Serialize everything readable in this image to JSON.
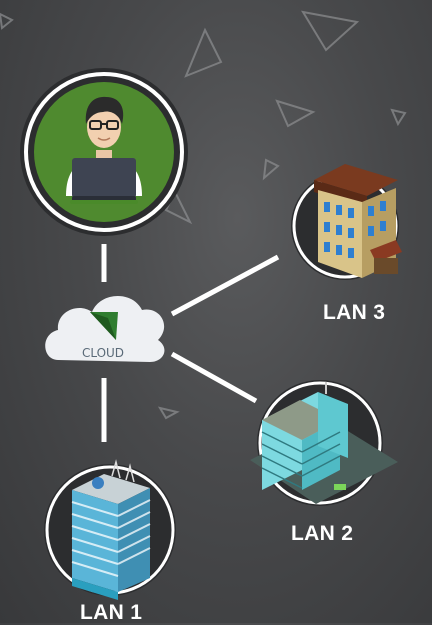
{
  "nodes": {
    "cloud": {
      "label": "CLOUD"
    },
    "lan1": {
      "label": "LAN 1"
    },
    "lan2": {
      "label": "LAN 2"
    },
    "lan3": {
      "label": "LAN 3"
    }
  },
  "colors": {
    "background": "#444547",
    "user_circle": "#4f8a2f",
    "connector": "#ffffff",
    "cloud_accent": "#2f7d2f"
  },
  "icons": {
    "user": "user-at-laptop-icon",
    "cloud": "cloud-icon",
    "lan1": "office-tower-icon",
    "lan2": "office-complex-icon",
    "lan3": "apartment-building-icon"
  }
}
